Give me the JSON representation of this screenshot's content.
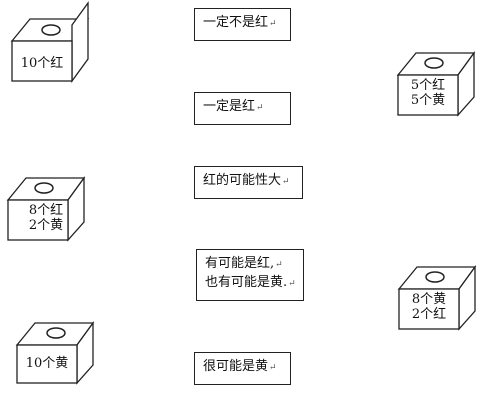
{
  "boxes": [
    {
      "id": "box-10-red",
      "lines": [
        "10个红"
      ]
    },
    {
      "id": "box-8-red-2-yellow",
      "lines": [
        "8个红",
        "2个黄"
      ]
    },
    {
      "id": "box-10-yellow",
      "lines": [
        "10个黄"
      ]
    },
    {
      "id": "box-5-red-5-yellow",
      "lines": [
        "5个红",
        "5个黄"
      ]
    },
    {
      "id": "box-8-yellow-2-red",
      "lines": [
        "8个黄",
        "2个红"
      ]
    }
  ],
  "labels": [
    {
      "id": "certainly-not-red",
      "lines": [
        "一定不是红"
      ]
    },
    {
      "id": "certainly-red",
      "lines": [
        "一定是红"
      ]
    },
    {
      "id": "red-more-likely",
      "lines": [
        "红的可能性大"
      ]
    },
    {
      "id": "maybe-red-or-yellow",
      "lines": [
        "有可能是红,",
        "也有可能是黄."
      ]
    },
    {
      "id": "very-likely-yellow",
      "lines": [
        "很可能是黄"
      ]
    }
  ],
  "return_mark": "↵"
}
